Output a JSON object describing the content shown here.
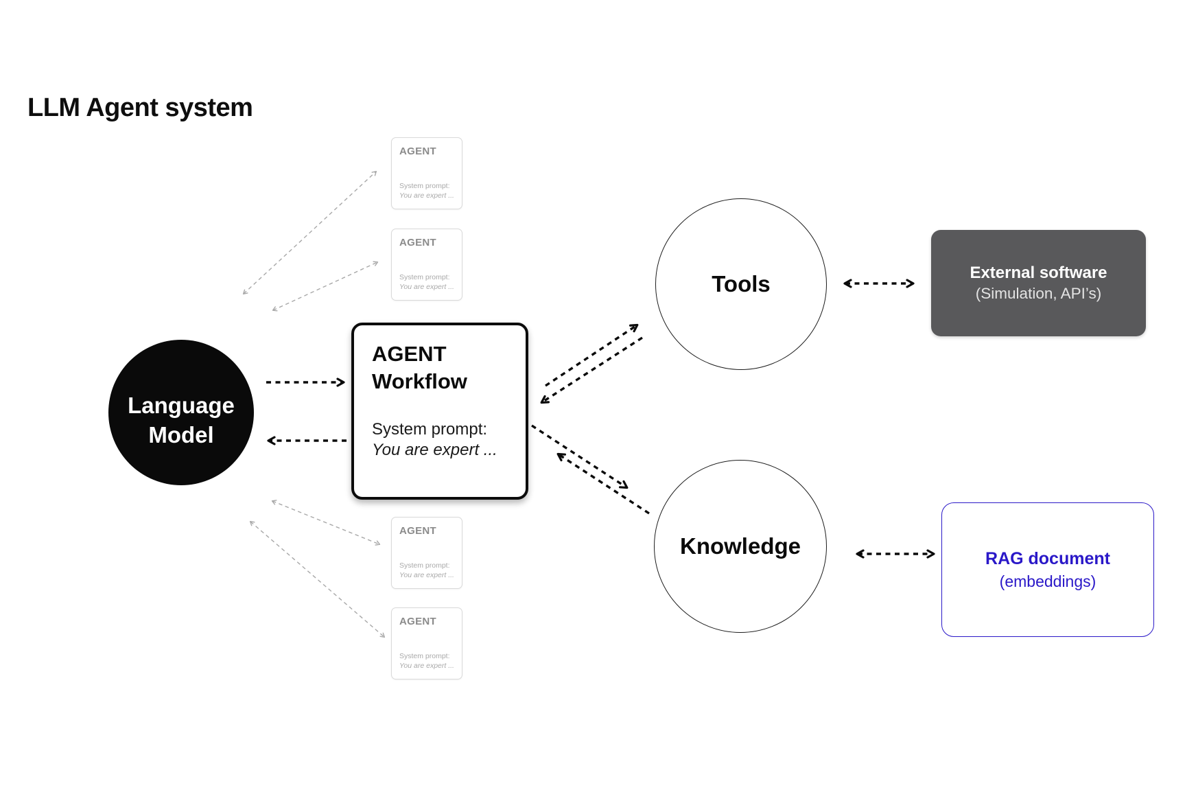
{
  "title": "LLM Agent system",
  "language_model": {
    "line1": "Language",
    "line2": "Model"
  },
  "workflow": {
    "title_line1": "AGENT",
    "title_line2": "Workflow",
    "prompt_label": "System prompt:",
    "prompt_text": "You are expert ..."
  },
  "agent_cards": [
    {
      "title": "AGENT",
      "prompt_label": "System prompt:",
      "prompt_text": "You are expert ..."
    },
    {
      "title": "AGENT",
      "prompt_label": "System prompt:",
      "prompt_text": "You are expert ..."
    },
    {
      "title": "AGENT",
      "prompt_label": "System prompt:",
      "prompt_text": "You are expert ..."
    },
    {
      "title": "AGENT",
      "prompt_label": "System prompt:",
      "prompt_text": "You are expert ..."
    }
  ],
  "tools": {
    "label": "Tools"
  },
  "knowledge": {
    "label": "Knowledge"
  },
  "external_software": {
    "title": "External software",
    "subtitle": "(Simulation, API’s)"
  },
  "rag_document": {
    "title": "RAG document",
    "subtitle": "(embeddings)"
  },
  "colors": {
    "background": "#ffffff",
    "node_black": "#0a0a0a",
    "arrow_black": "#0b0b0b",
    "faint_arrow_gray": "#a8a8a8",
    "external_box_gray": "#59595b",
    "external_subtitle": "#e3e3e3",
    "rag_blue": "#2a18c8",
    "card_border_gray": "#d9d9d9",
    "card_title_gray": "#8b8b8b",
    "card_text_gray": "#a9a9a9"
  }
}
